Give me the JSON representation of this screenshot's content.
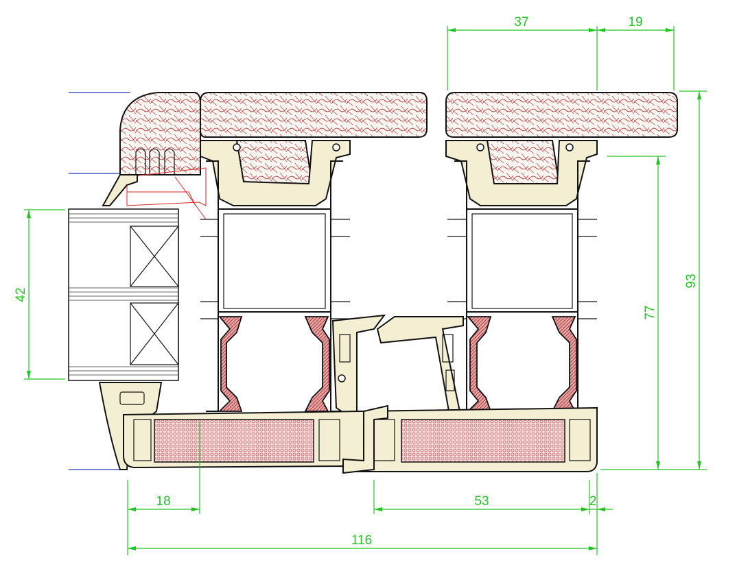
{
  "colors": {
    "dimension": "#22c422",
    "outline": "#111111",
    "wood_hatch": "#b23a3a",
    "pvc": "#f4efd2",
    "insulation": "#c45a5a",
    "reference_line": "#2233bb"
  },
  "dimensions": {
    "top_left": "37",
    "top_right": "19",
    "right_outer_height": "93",
    "right_inner_height": "77",
    "glass_thickness": "42",
    "bottom_left": "18",
    "bottom_middle": "53",
    "bottom_right": "2",
    "total_width": "116"
  }
}
